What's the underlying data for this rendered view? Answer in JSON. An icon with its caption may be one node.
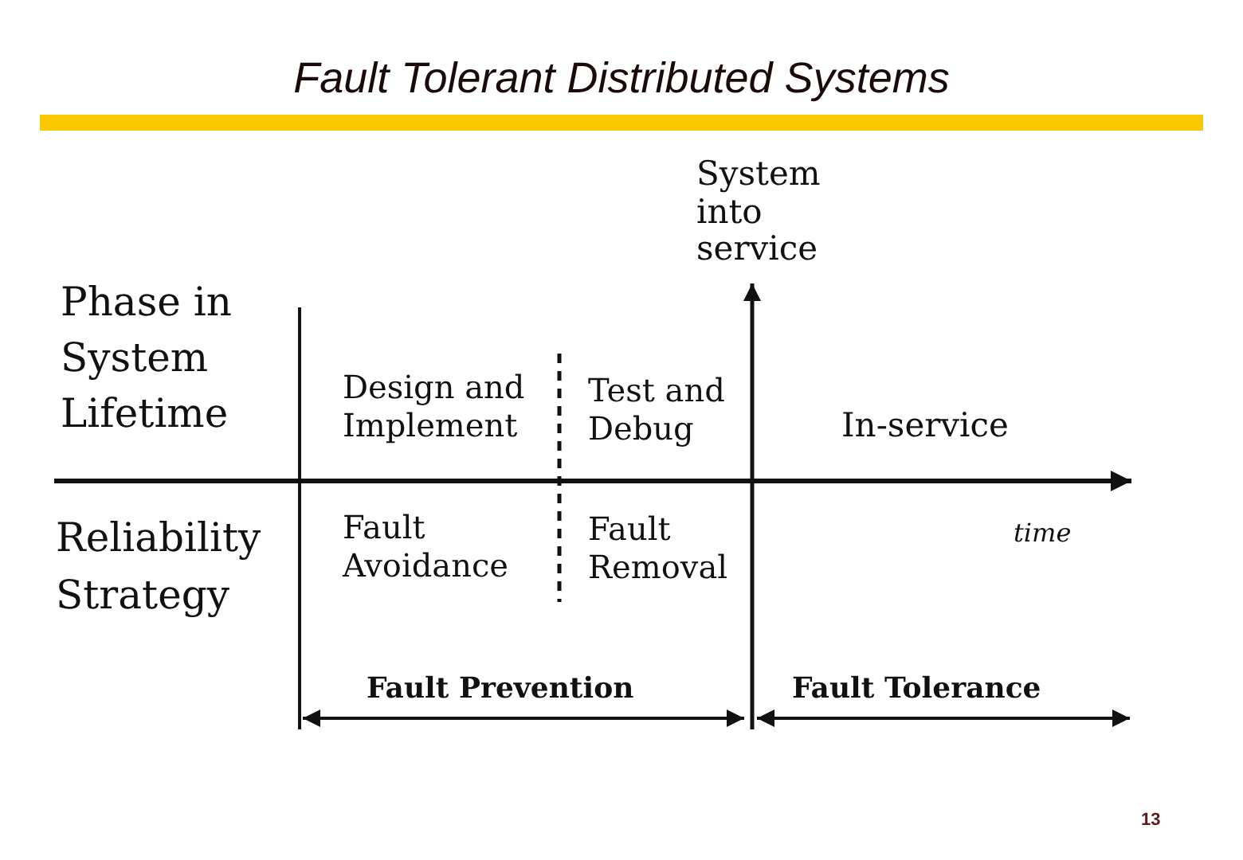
{
  "diagram": {
    "title": "Fault Tolerant Distributed Systems",
    "labels": [
      "System into service",
      "Phase in System Lifetime",
      "Design and Implement",
      "Test and Debug",
      "In-service",
      "Reliability Strategy",
      "Fault Avoidance",
      "Fault Removal",
      "time",
      "Fault Prevention",
      "Fault Tolerance",
      "13"
    ]
  }
}
